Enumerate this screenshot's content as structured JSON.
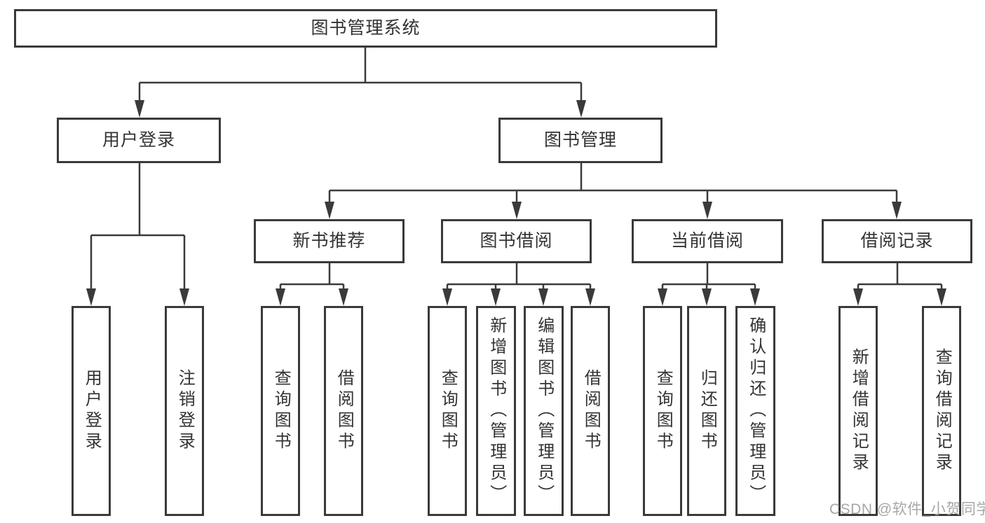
{
  "nodes": {
    "root": "图书管理系统",
    "user_login": "用户登录",
    "book_mgmt": "图书管理",
    "new_book_rec": "新书推荐",
    "book_borrow": "图书借阅",
    "current_borrow": "当前借阅",
    "borrow_records": "借阅记录",
    "leaf_user_login": "用户登录",
    "leaf_logout": "注销登录",
    "leaf_nbr_query_book": "查询图书",
    "leaf_nbr_borrow_book": "借阅图书",
    "leaf_bb_query_book": "查询图书",
    "leaf_bb_add_book": "新增图书（管理员）",
    "leaf_bb_edit_book": "编辑图书（管理员）",
    "leaf_bb_borrow_book": "借阅图书",
    "leaf_cb_query_book": "查询图书",
    "leaf_cb_return_book": "归还图书",
    "leaf_cb_confirm_return": "确认归还（管理员）",
    "leaf_br_add_record": "新增借阅记录",
    "leaf_br_query_record": "查询借阅记录"
  },
  "watermark": "CSDN @软件_小贺同学",
  "colors": {
    "line": "#3a3a3a",
    "text": "#333333",
    "watermark": "#a2a2a2",
    "background": "#ffffff"
  }
}
